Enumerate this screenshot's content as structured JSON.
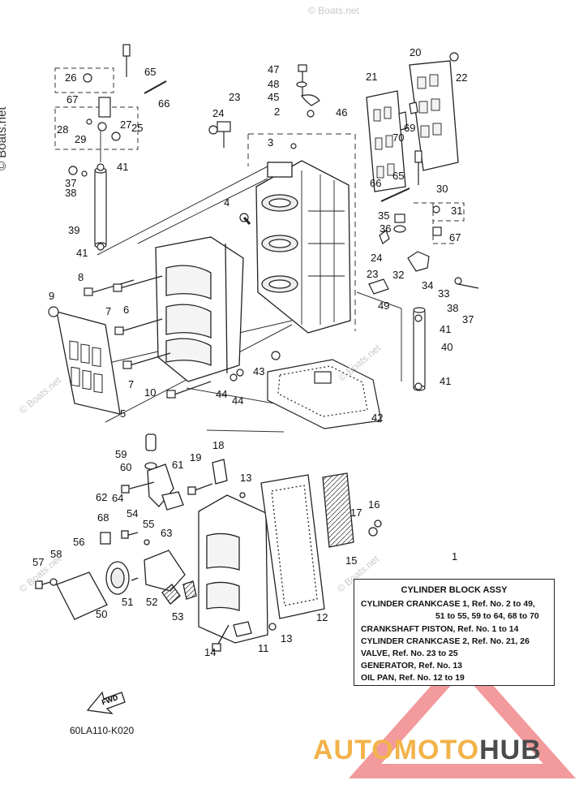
{
  "diagram": {
    "callouts": [
      "1",
      "2",
      "3",
      "4",
      "5",
      "6",
      "7",
      "7",
      "8",
      "9",
      "10",
      "11",
      "12",
      "13",
      "13",
      "14",
      "15",
      "16",
      "17",
      "18",
      "19",
      "20",
      "21",
      "22",
      "23",
      "23",
      "24",
      "24",
      "25",
      "26",
      "27",
      "28",
      "29",
      "30",
      "31",
      "32",
      "33",
      "34",
      "35",
      "36",
      "37",
      "37",
      "38",
      "38",
      "39",
      "40",
      "41",
      "41",
      "41",
      "41",
      "42",
      "43",
      "44",
      "44",
      "45",
      "46",
      "47",
      "48",
      "49",
      "50",
      "51",
      "52",
      "53",
      "54",
      "55",
      "56",
      "57",
      "58",
      "59",
      "60",
      "61",
      "62",
      "63",
      "64",
      "65",
      "65",
      "66",
      "66",
      "67",
      "67",
      "68",
      "69",
      "70"
    ],
    "fwd_label": "FWD",
    "reference_code": "60LA110-K020"
  },
  "label_box": {
    "title": "CYLINDER BLOCK ASSY",
    "lines": [
      "CYLINDER CRANKCASE 1,  Ref. No. 2 to 49,",
      "51 to 55, 59 to 64, 68 to 70",
      "CRANKSHAFT PISTON,  Ref. No. 1 to 14",
      "CYLINDER CRANKCASE 2,  Ref. No. 21, 26",
      "VALVE,  Ref. No. 23 to 25",
      "GENERATOR,  Ref. No. 13",
      "OIL PAN,  Ref. No. 12 to 19"
    ]
  },
  "watermarks": {
    "side": "© Boats.net",
    "faint": "© Boats.net"
  },
  "brand": {
    "part1": "AUTO",
    "part2": "MOTO",
    "part3": "HUB",
    "color_primary": "#f2b34a",
    "color_dark": "#4b4b4b",
    "triangle_color": "#e8474b"
  }
}
